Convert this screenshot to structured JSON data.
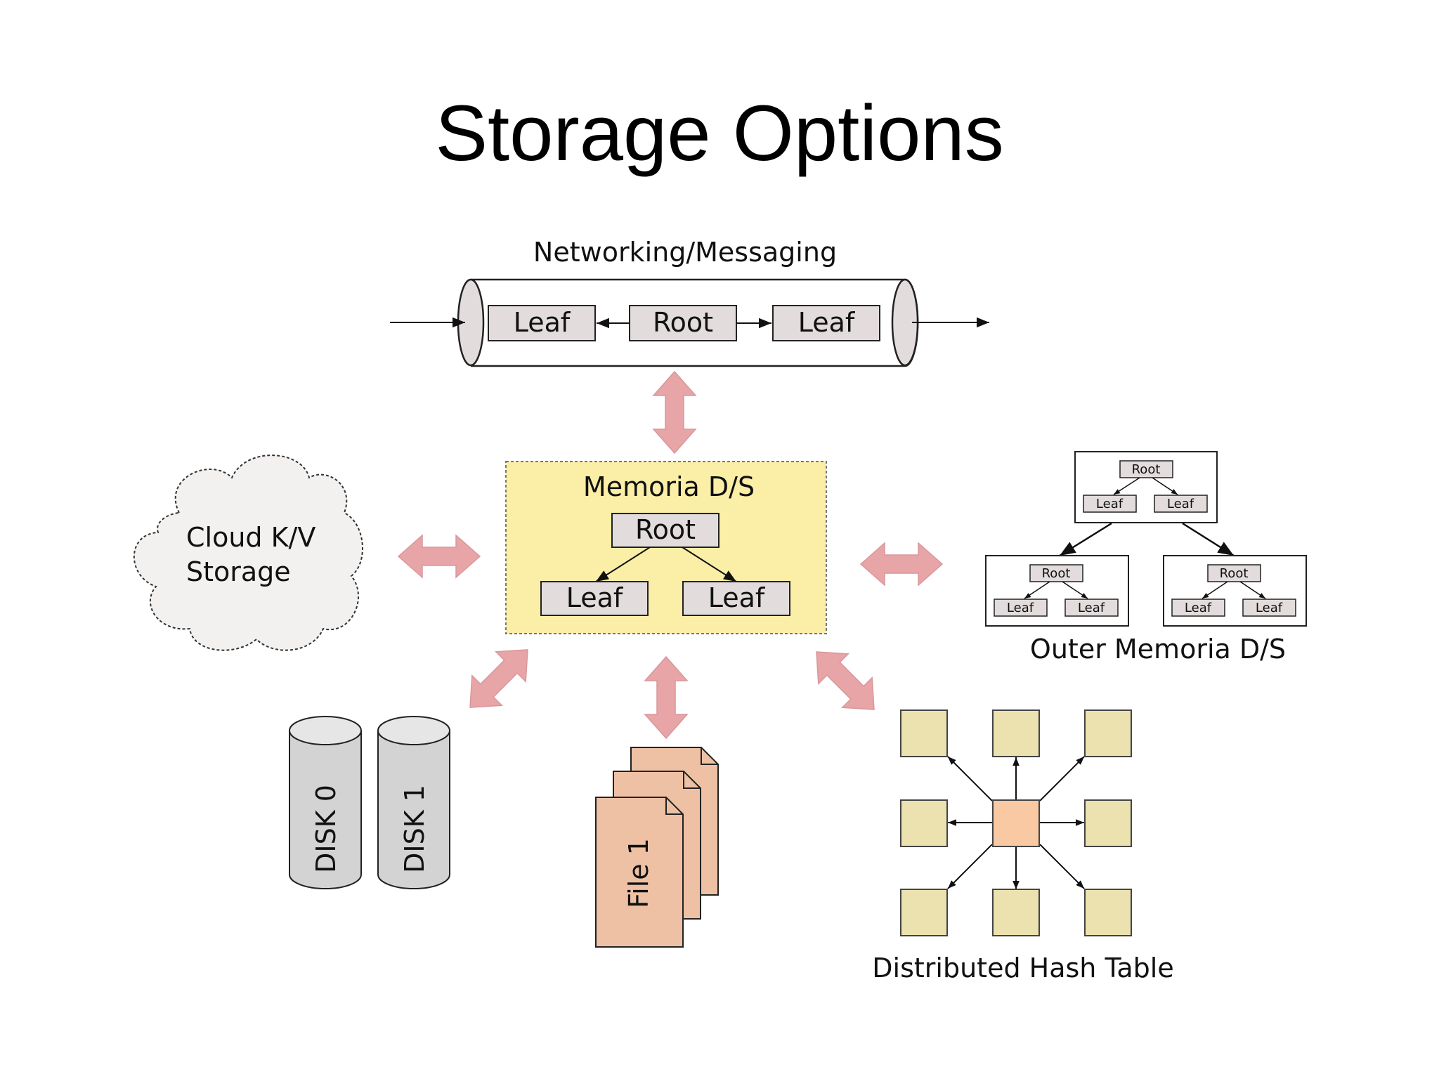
{
  "title": "Storage Options",
  "colors": {
    "box_fill": "#e3dcdc",
    "memoria_fill": "#fbeea6",
    "arrow_fill": "#e8a5a8",
    "dht_node": "#ebe2b0",
    "dht_center": "#f9c9a3",
    "file_fill": "#eec1a4",
    "disk_fill": "#d3d3d3",
    "cloud_fill": "#f3f0f0"
  },
  "networking": {
    "label": "Networking/Messaging",
    "nodes": [
      "Leaf",
      "Root",
      "Leaf"
    ]
  },
  "memoria": {
    "label": "Memoria D/S",
    "root": "Root",
    "leaves": [
      "Leaf",
      "Leaf"
    ]
  },
  "cloud": {
    "line1": "Cloud K/V",
    "line2": "Storage"
  },
  "outer": {
    "label": "Outer Memoria D/S",
    "top": {
      "root": "Root",
      "leaves": [
        "Leaf",
        "Leaf"
      ]
    },
    "left": {
      "root": "Root",
      "leaves": [
        "Leaf",
        "Leaf"
      ]
    },
    "right": {
      "root": "Root",
      "leaves": [
        "Leaf",
        "Leaf"
      ]
    }
  },
  "disks": [
    "DISK 0",
    "DISK 1"
  ],
  "file": {
    "label": "File 1"
  },
  "dht": {
    "label": "Distributed Hash Table"
  }
}
